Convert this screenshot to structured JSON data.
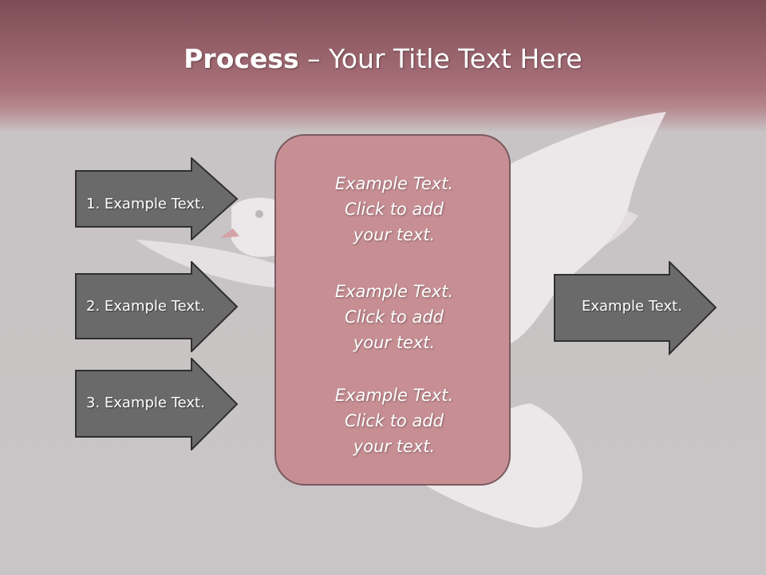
{
  "title": {
    "bold": "Process",
    "rest": " – Your Title Text Here"
  },
  "left_arrows": [
    {
      "label": "1. Example Text."
    },
    {
      "label": "2. Example Text."
    },
    {
      "label": "3. Example Text."
    }
  ],
  "center_box": {
    "items": [
      {
        "text": "Example Text.\nClick  to add\nyour text."
      },
      {
        "text": "Example Text.\nClick  to add\nyour text."
      },
      {
        "text": "Example Text.\nClick  to add\nyour text."
      }
    ]
  },
  "right_arrow": {
    "label": "Example Text."
  },
  "colors": {
    "header": "#a9717a",
    "background": "#c9c4c5",
    "arrow_fill": "#6a6a6a",
    "box_fill": "#c78f94"
  }
}
